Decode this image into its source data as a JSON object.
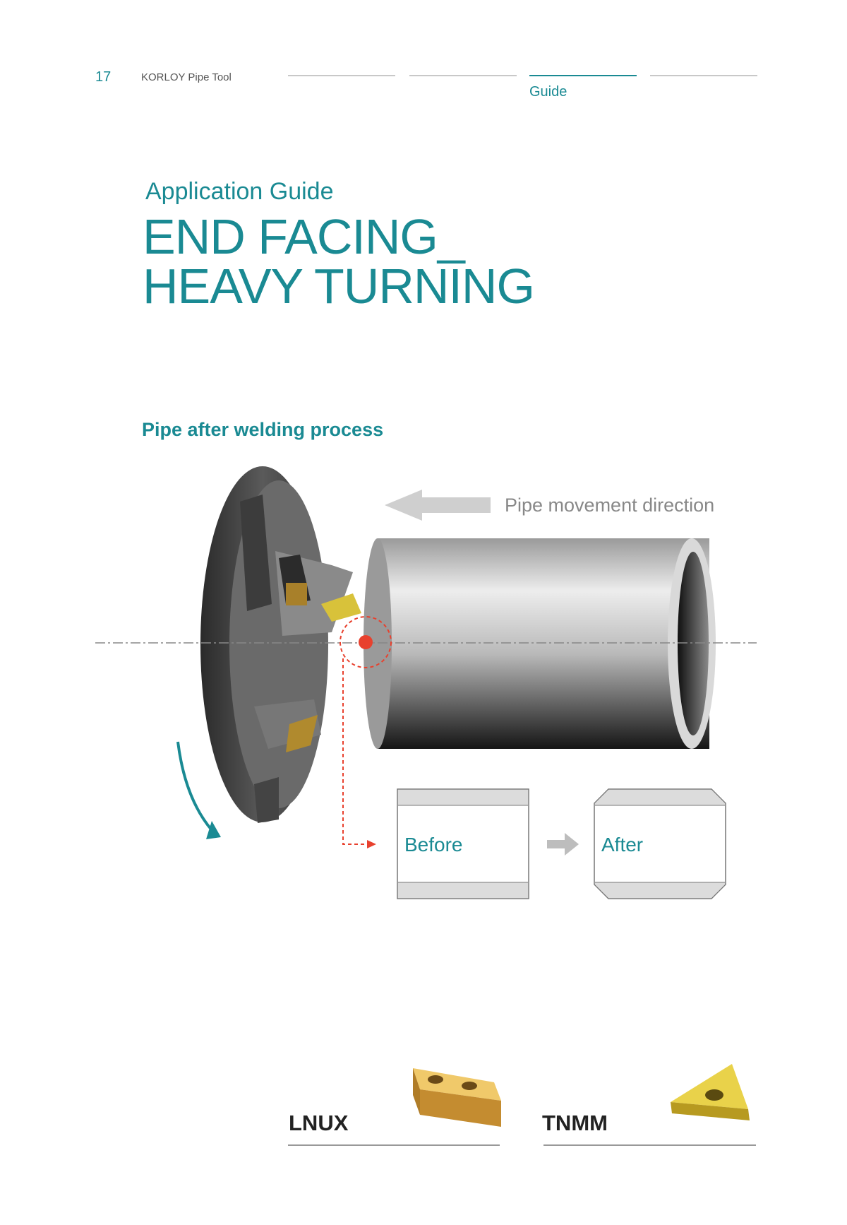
{
  "header": {
    "page_number": "17",
    "brand": "KORLOY Pipe Tool",
    "nav_active_label": "Guide"
  },
  "titles": {
    "subtitle": "Application Guide",
    "title_line1": "END FACING_",
    "title_line2": "HEAVY TURNING",
    "section_heading": "Pipe after welding process"
  },
  "diagram": {
    "direction_label": "Pipe movement direction",
    "before_label": "Before",
    "after_label": "After"
  },
  "inserts": [
    {
      "name": "LNUX",
      "icon": "rectangular-insert-icon"
    },
    {
      "name": "TNMM",
      "icon": "triangular-insert-icon"
    }
  ],
  "colors": {
    "accent": "#1a8a93",
    "marker": "#e8412e",
    "insert_gold": "#d9a441"
  }
}
